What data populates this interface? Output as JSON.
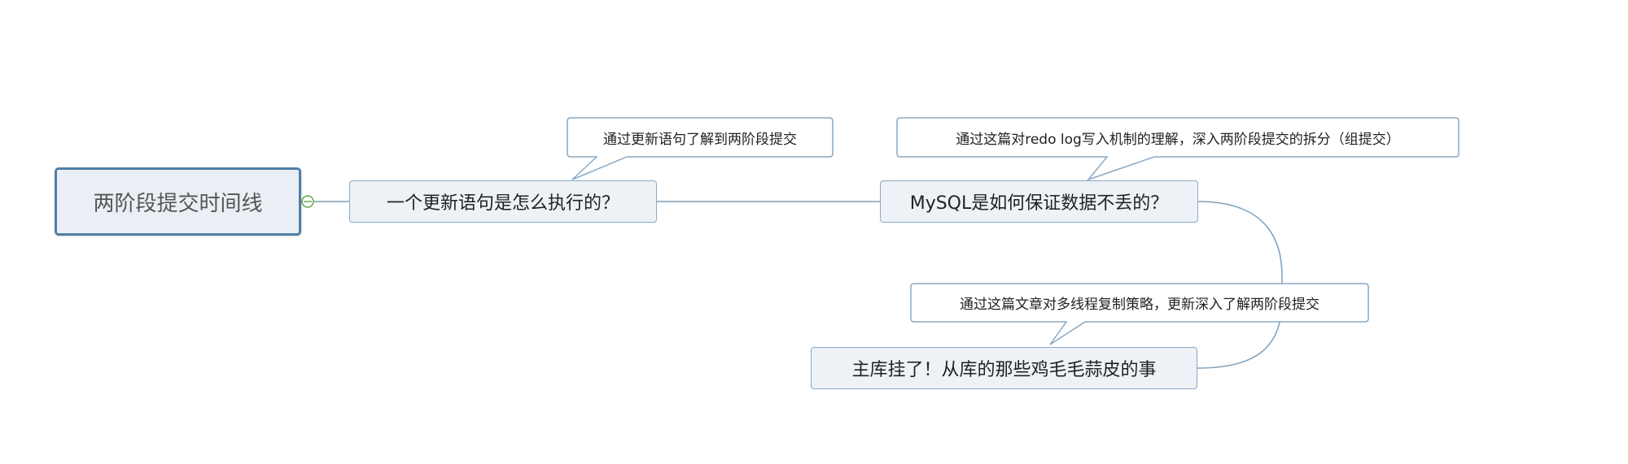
{
  "root": {
    "label": "两阶段提交时间线"
  },
  "topics": [
    {
      "label": "一个更新语句是怎么执行的？",
      "note": "通过更新语句了解到两阶段提交"
    },
    {
      "label": "MySQL是如何保证数据不丢的？",
      "note": "通过这篇对redo log写入机制的理解，深入两阶段提交的拆分（组提交）"
    },
    {
      "label": "主库挂了！从库的那些鸡毛毛蒜皮的事",
      "note": "通过这篇文章对多线程复制策略，更新深入了解两阶段提交"
    }
  ],
  "colors": {
    "root_border": "#4f7ea6",
    "root_fill": "#e9eff4",
    "topic_border": "#8aa8c2",
    "topic_fill": "#eef2f6",
    "connector": "#7f9fb8",
    "collapse_toggle": "#6aa84f"
  }
}
